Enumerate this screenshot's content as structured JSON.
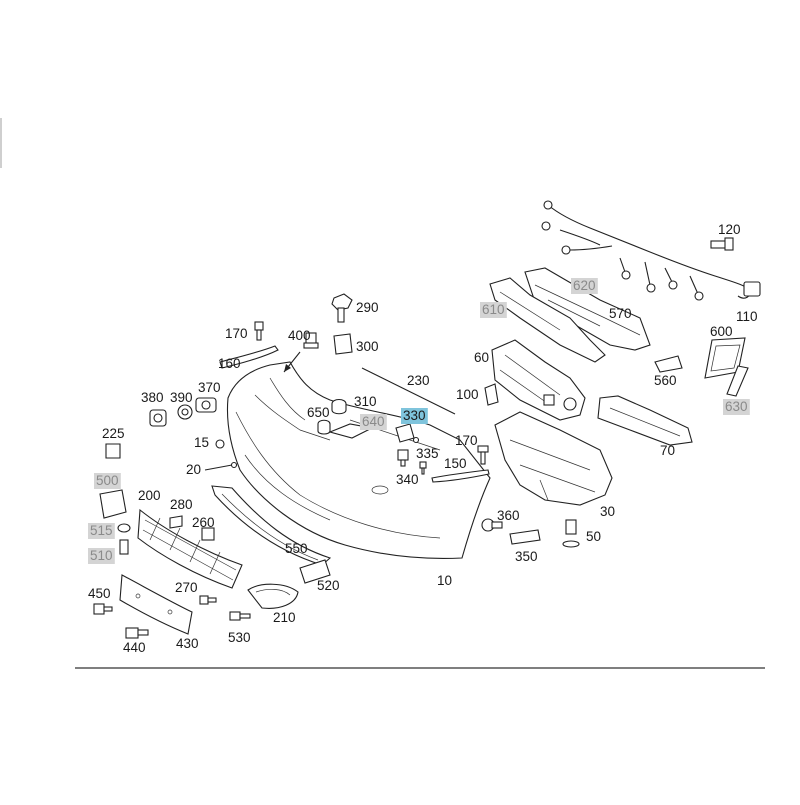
{
  "diagram": {
    "labels": [
      {
        "id": "120",
        "text": "120",
        "style": "normal"
      },
      {
        "id": "620",
        "text": "620",
        "style": "grey"
      },
      {
        "id": "610",
        "text": "610",
        "style": "grey"
      },
      {
        "id": "570",
        "text": "570",
        "style": "normal"
      },
      {
        "id": "110",
        "text": "110",
        "style": "normal"
      },
      {
        "id": "290",
        "text": "290",
        "style": "normal"
      },
      {
        "id": "170a",
        "text": "170",
        "style": "normal"
      },
      {
        "id": "400",
        "text": "400",
        "style": "normal"
      },
      {
        "id": "300",
        "text": "300",
        "style": "normal"
      },
      {
        "id": "600",
        "text": "600",
        "style": "normal"
      },
      {
        "id": "160",
        "text": "160",
        "style": "normal"
      },
      {
        "id": "60",
        "text": "60",
        "style": "normal"
      },
      {
        "id": "560",
        "text": "560",
        "style": "normal"
      },
      {
        "id": "230",
        "text": "230",
        "style": "normal"
      },
      {
        "id": "380",
        "text": "380",
        "style": "normal"
      },
      {
        "id": "390",
        "text": "390",
        "style": "normal"
      },
      {
        "id": "370",
        "text": "370",
        "style": "normal"
      },
      {
        "id": "310",
        "text": "310",
        "style": "normal"
      },
      {
        "id": "100",
        "text": "100",
        "style": "normal"
      },
      {
        "id": "630",
        "text": "630",
        "style": "grey"
      },
      {
        "id": "650",
        "text": "650",
        "style": "normal"
      },
      {
        "id": "640",
        "text": "640",
        "style": "grey"
      },
      {
        "id": "330",
        "text": "330",
        "style": "selected"
      },
      {
        "id": "225",
        "text": "225",
        "style": "normal"
      },
      {
        "id": "15",
        "text": "15",
        "style": "normal"
      },
      {
        "id": "170b",
        "text": "170",
        "style": "normal"
      },
      {
        "id": "70",
        "text": "70",
        "style": "normal"
      },
      {
        "id": "335",
        "text": "335",
        "style": "normal"
      },
      {
        "id": "20",
        "text": "20",
        "style": "normal"
      },
      {
        "id": "150",
        "text": "150",
        "style": "normal"
      },
      {
        "id": "340",
        "text": "340",
        "style": "normal"
      },
      {
        "id": "500",
        "text": "500",
        "style": "grey"
      },
      {
        "id": "200",
        "text": "200",
        "style": "normal"
      },
      {
        "id": "280",
        "text": "280",
        "style": "normal"
      },
      {
        "id": "30",
        "text": "30",
        "style": "normal"
      },
      {
        "id": "360",
        "text": "360",
        "style": "normal"
      },
      {
        "id": "260",
        "text": "260",
        "style": "normal"
      },
      {
        "id": "515",
        "text": "515",
        "style": "grey"
      },
      {
        "id": "50",
        "text": "50",
        "style": "normal"
      },
      {
        "id": "550",
        "text": "550",
        "style": "normal"
      },
      {
        "id": "350",
        "text": "350",
        "style": "normal"
      },
      {
        "id": "510",
        "text": "510",
        "style": "grey"
      },
      {
        "id": "10",
        "text": "10",
        "style": "normal"
      },
      {
        "id": "520",
        "text": "520",
        "style": "normal"
      },
      {
        "id": "270",
        "text": "270",
        "style": "normal"
      },
      {
        "id": "450",
        "text": "450",
        "style": "normal"
      },
      {
        "id": "210",
        "text": "210",
        "style": "normal"
      },
      {
        "id": "530",
        "text": "530",
        "style": "normal"
      },
      {
        "id": "440",
        "text": "440",
        "style": "normal"
      },
      {
        "id": "430",
        "text": "430",
        "style": "normal"
      }
    ],
    "colors": {
      "selected_highlight": "#7fc4dc",
      "grey_highlight": "#d4d4d4",
      "grey_text": "#8a8a8a",
      "line": "#222222"
    }
  }
}
